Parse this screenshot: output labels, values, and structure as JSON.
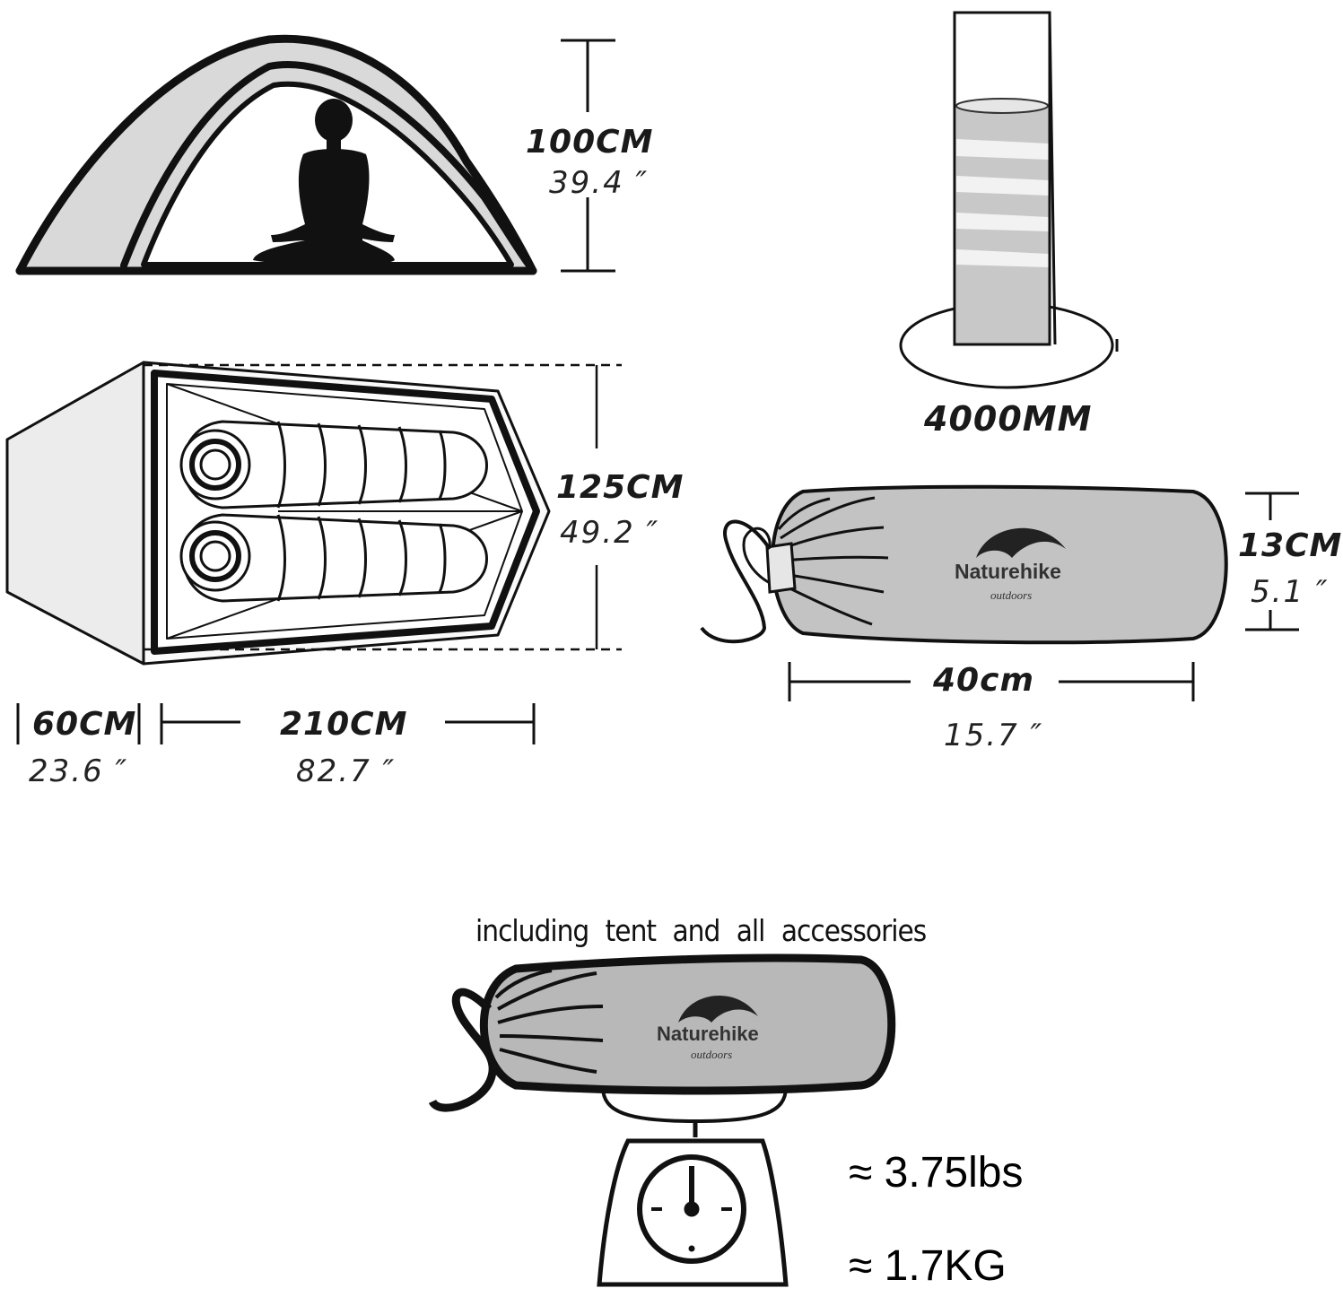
{
  "tent_height": {
    "metric": "100CM",
    "imperial": "39.4 ″"
  },
  "tent_width": {
    "metric": "125CM",
    "imperial": "49.2 ″"
  },
  "vestibule_depth": {
    "metric": "60CM",
    "imperial": "23.6 ″"
  },
  "tent_length": {
    "metric": "210CM",
    "imperial": "82.7 ″"
  },
  "waterproof_rating": "4000MM",
  "packed_length": {
    "metric": "40cm",
    "imperial": "15.7 ″"
  },
  "packed_diameter": {
    "metric": "13CM",
    "imperial": "5.1 ″"
  },
  "brand": {
    "name": "Naturehike",
    "tagline": "outdoors"
  },
  "weight": {
    "note": "including tent and all accessories",
    "lbs": "≈ 3.75lbs",
    "kg": "≈ 1.7KG"
  }
}
